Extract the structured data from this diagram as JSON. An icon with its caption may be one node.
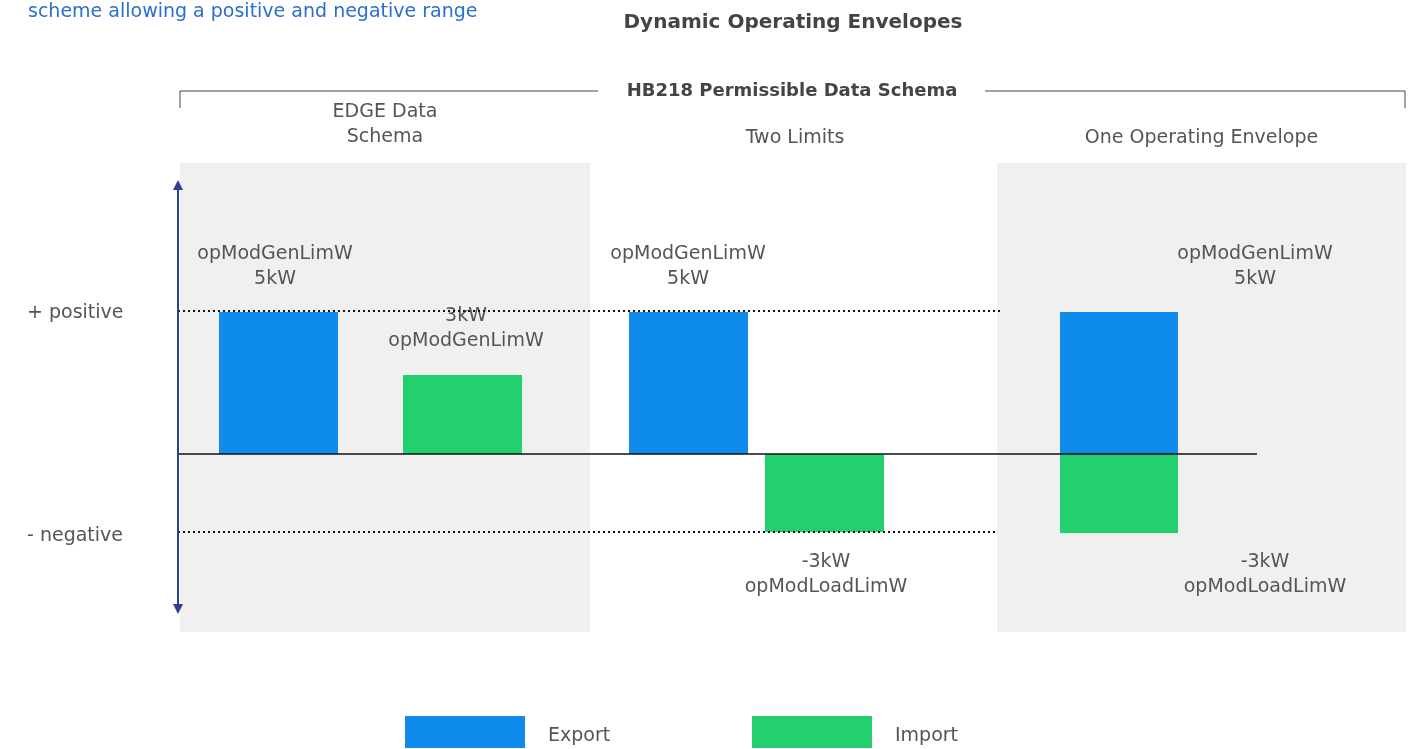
{
  "diagram": {
    "title": "Dynamic Operating Envelopes",
    "nodes": [
      {
        "text": [
          "EDGE Data Schema"
        ]
      },
      {
        "text": [],
        "shape": "bar",
        "in": 0,
        "beside": [
          "opModGenLimW 5kW"
        ]
      },
      {
        "text": [],
        "shape": "bar",
        "in": 0,
        "beside": [
          "3kW opModGenLimW"
        ]
      },
      {
        "text": [],
        "shape": "bar",
        "beside": [
          "opModGenLimW 5kW"
        ]
      },
      {
        "text": [],
        "shape": "bar",
        "beside": [
          "-3kW opModLoadLimW"
        ]
      },
      {
        "text": [
          "One Operating Envelope"
        ]
      },
      {
        "text": [],
        "shape": "bar",
        "in": 5,
        "beside": [
          "opModGenLimW 5kW"
        ]
      },
      {
        "text": [],
        "shape": "bar",
        "in": 5,
        "beside": [
          "-3kW opModLoadLimW"
        ]
      }
    ],
    "labels": [
      "scheme allowing a positive and negative range",
      "HB218 Permissible Data Schema",
      "Two Limits",
      "+ positive",
      "- negative"
    ],
    "legend": [
      {
        "text": "Export",
        "color": "#0f8ceb"
      },
      {
        "text": "Import",
        "color": "#22d16e"
      }
    ]
  }
}
